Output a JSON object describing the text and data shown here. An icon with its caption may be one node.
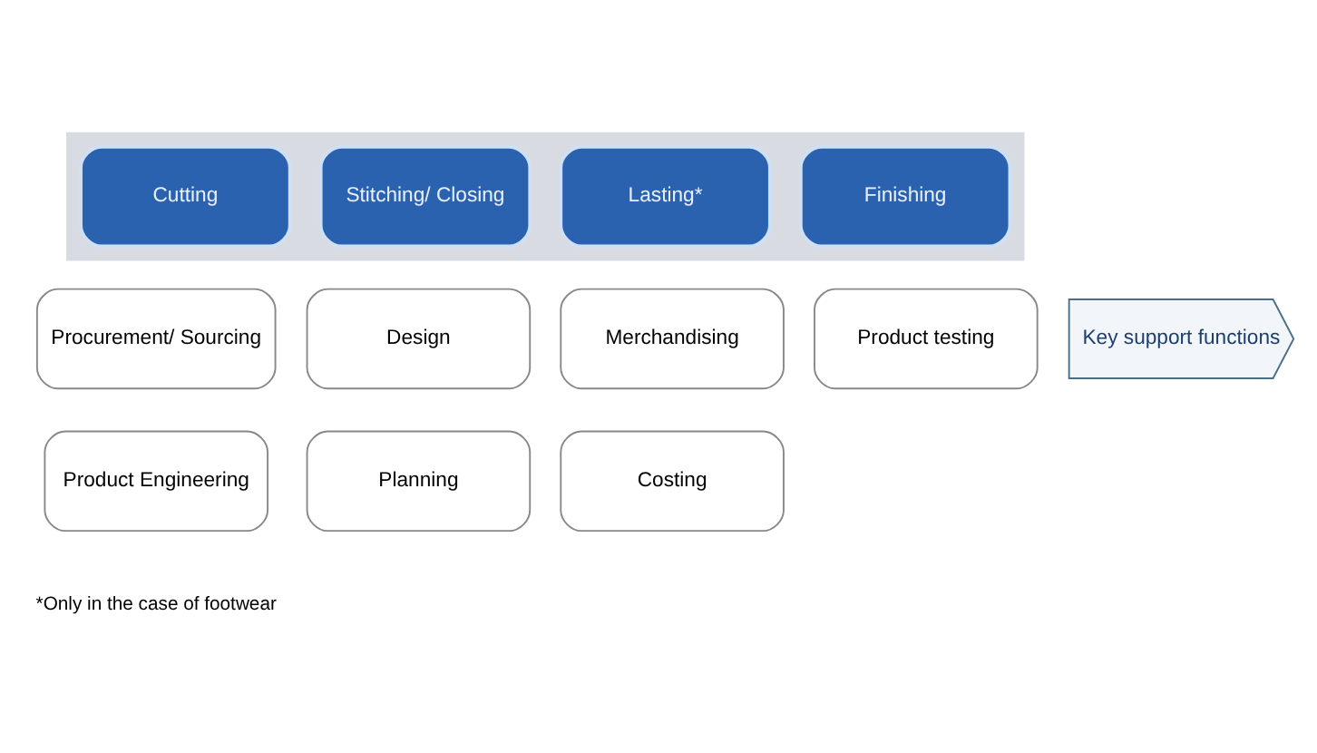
{
  "diagram": {
    "nodes": [
      {
        "text": [],
        "shape": "arrow"
      },
      {
        "text": [
          "Cutting"
        ],
        "in": 0
      },
      {
        "text": [
          "Stitching/ Closing"
        ],
        "in": 0
      },
      {
        "text": [
          "Lasting*"
        ],
        "in": 0
      },
      {
        "text": [
          "Finishing"
        ],
        "in": 0
      },
      {
        "text": [
          "Key support functions"
        ]
      },
      {
        "text": [
          "Procurement/ Sourcing"
        ]
      },
      {
        "text": [
          "Design"
        ]
      },
      {
        "text": [
          "Merchandising"
        ]
      },
      {
        "text": [
          "Product testing"
        ]
      },
      {
        "text": [
          "Product Engineering"
        ]
      },
      {
        "text": [
          "Planning"
        ]
      },
      {
        "text": [
          "Costing"
        ]
      }
    ],
    "edges": [],
    "labels": [
      "*Only in the case of footwear"
    ]
  }
}
